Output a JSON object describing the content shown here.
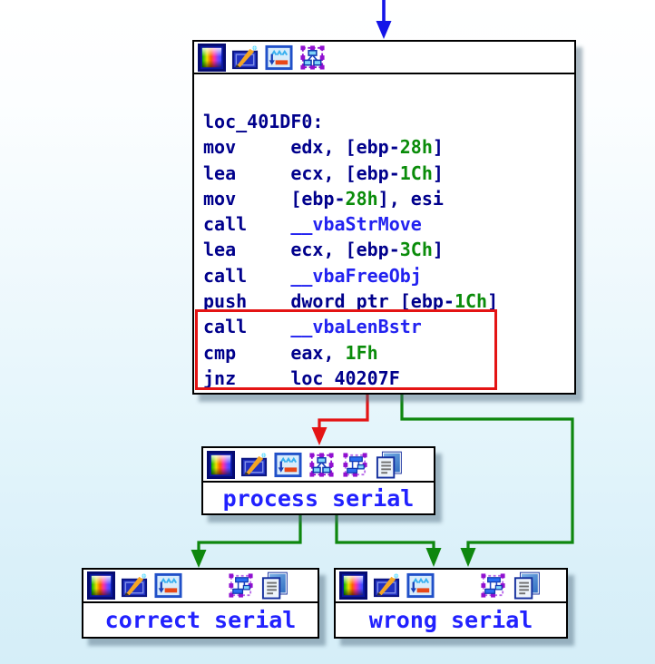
{
  "colors": {
    "edge_entry": "#1414e8",
    "edge_false": "#e41414",
    "edge_true": "#0e870e",
    "highlight_box": "#e41414",
    "code_text": "#00008c",
    "number_text": "#0a8c0a",
    "import_text": "#2222f0",
    "title_text": "#2121ff",
    "background_top": "#ffffff",
    "background_bottom": "#d5eef8"
  },
  "edges": [
    {
      "name": "entry-edge",
      "from": "offscreen-top",
      "to": "main-block",
      "color": "#1414e8"
    },
    {
      "name": "false-branch",
      "from": "main-block",
      "to": "process-serial",
      "color": "#e41414"
    },
    {
      "name": "true-branch",
      "from": "main-block",
      "to": "wrong-serial",
      "color": "#0e870e"
    },
    {
      "name": "process-left-branch",
      "from": "process-serial",
      "to": "correct-serial",
      "color": "#0e870e"
    },
    {
      "name": "process-right-branch",
      "from": "process-serial",
      "to": "wrong-serial",
      "color": "#0e870e"
    }
  ],
  "blocks": {
    "main": {
      "label": "loc_401DF0",
      "icons": [
        "color-palette-icon",
        "edit-pencil-icon",
        "navigate-window-icon",
        "graph-node-icon"
      ],
      "asm_lines": [
        [
          [
            "loc_401DF0:",
            "lbl"
          ]
        ],
        [
          [
            "mov     edx, [ebp-",
            "ins"
          ],
          [
            "28h",
            "num"
          ],
          [
            "]",
            "ins"
          ]
        ],
        [
          [
            "lea     ecx, [ebp-",
            "ins"
          ],
          [
            "1Ch",
            "num"
          ],
          [
            "]",
            "ins"
          ]
        ],
        [
          [
            "mov     [ebp-",
            "ins"
          ],
          [
            "28h",
            "num"
          ],
          [
            "], esi",
            "ins"
          ]
        ],
        [
          [
            "call    ",
            "ins"
          ],
          [
            "__vbaStrMove",
            "imp"
          ]
        ],
        [
          [
            "lea     ecx, [ebp-",
            "ins"
          ],
          [
            "3Ch",
            "num"
          ],
          [
            "]",
            "ins"
          ]
        ],
        [
          [
            "call    ",
            "ins"
          ],
          [
            "__vbaFreeObj",
            "imp"
          ]
        ],
        [
          [
            "push    dword ptr [ebp-",
            "ins"
          ],
          [
            "1Ch",
            "num"
          ],
          [
            "]",
            "ins"
          ]
        ],
        [
          [
            "call    ",
            "ins"
          ],
          [
            "__vbaLenBstr",
            "imp"
          ]
        ],
        [
          [
            "cmp     eax, ",
            "ins"
          ],
          [
            "1Fh",
            "num"
          ]
        ],
        [
          [
            "jnz     loc_40207F",
            "ins"
          ]
        ]
      ],
      "highlighted_lines": [
        "call    __vbaLenBstr",
        "cmp     eax, 1Fh",
        "jnz     loc_40207F"
      ]
    },
    "process": {
      "title": "process serial",
      "icons": [
        "color-palette-icon",
        "edit-pencil-icon",
        "navigate-window-icon",
        "graph-node-icon",
        "group-nodes-icon",
        "copy-pages-icon"
      ]
    },
    "correct": {
      "title": "correct serial",
      "icons": [
        "color-palette-icon",
        "edit-pencil-icon",
        "navigate-window-icon",
        "group-nodes-icon",
        "copy-pages-icon"
      ]
    },
    "wrong": {
      "title": "wrong serial",
      "icons": [
        "color-palette-icon",
        "edit-pencil-icon",
        "navigate-window-icon",
        "group-nodes-icon",
        "copy-pages-icon"
      ]
    }
  }
}
